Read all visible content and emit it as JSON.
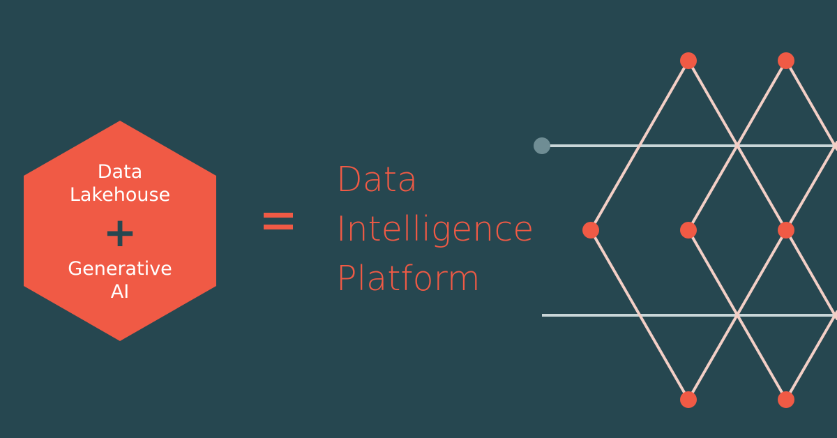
{
  "background_color": "#264750",
  "accent_color": "#f05a45",
  "hexagon": {
    "line1": "Data",
    "line2": "Lakehouse",
    "operator": "+",
    "line3": "Generative",
    "line4": "AI"
  },
  "equation": {
    "operator": "="
  },
  "result": {
    "line1": "Data",
    "line2": "Intelligence",
    "line3": "Platform"
  },
  "graphic": {
    "node_color": "#f05a45",
    "edge_color": "#f3cfc6",
    "axis_color": "#c9d6d8",
    "axis_node_color": "#6f8d94"
  }
}
